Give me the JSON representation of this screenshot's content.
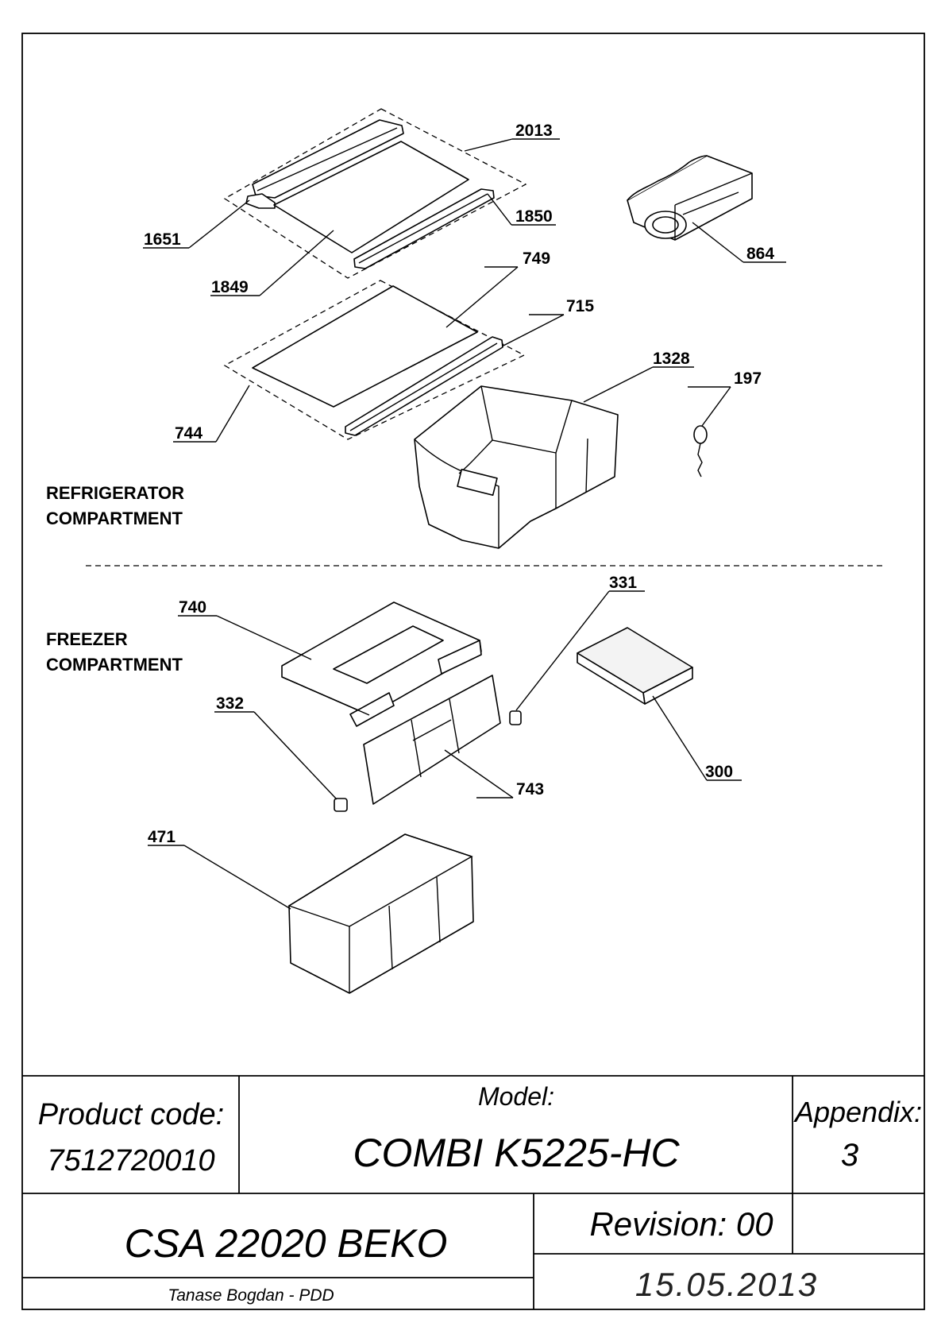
{
  "sections": {
    "refrigerator": [
      "REFRIGERATOR",
      "COMPARTMENT"
    ],
    "freezer": [
      "FREEZER",
      "COMPARTMENT"
    ]
  },
  "parts": {
    "p2013": "2013",
    "p1850": "1850",
    "p1651": "1651",
    "p1849": "1849",
    "p864": "864",
    "p749": "749",
    "p715": "715",
    "p744": "744",
    "p1328": "1328",
    "p197": "197",
    "p740": "740",
    "p331": "331",
    "p332": "332",
    "p300": "300",
    "p743": "743",
    "p471": "471"
  },
  "title_block": {
    "product_code_label": "Product code:",
    "product_code": "7512720010",
    "model_label": "Model:",
    "model": "COMBI K5225-HC",
    "appendix_label": "Appendix:",
    "appendix": "3",
    "catalogue": "CSA 22020 BEKO",
    "revision": "Revision: 00",
    "author": "Tanase Bogdan - PDD",
    "date": "15.05.2013"
  }
}
